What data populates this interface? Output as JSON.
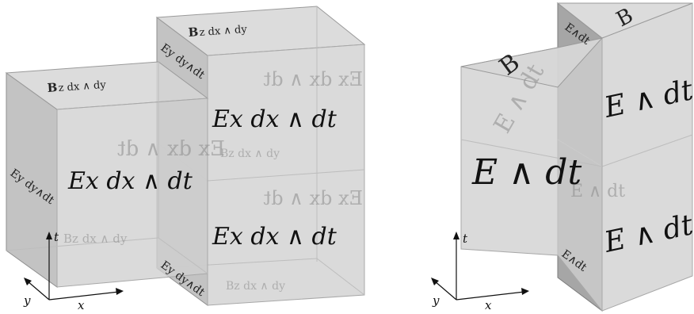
{
  "left_figure": {
    "top_face_left": "B",
    "top_face_left_suffix": "z dx ∧ dy",
    "top_face_right": "B",
    "top_face_right_suffix": "z dx ∧ dy",
    "side_label_left": "Ey dy∧dt",
    "side_label_right": "Ey dy∧dt",
    "front_left": "Ex dx ∧ dt",
    "front_right_upper": "Ex dx ∧ dt",
    "front_right_lower": "Ex dx ∧ dt",
    "ghost_front": "Ex dx ∧ dt",
    "ghost_bottom": "Bz dx ∧ dy",
    "axes": {
      "t": "t",
      "x": "x",
      "y": "y"
    }
  },
  "right_figure": {
    "slanted_face_label": "B",
    "top_face_label": "B",
    "side_small_upper": "E∧dt",
    "side_small_lower": "E∧dt",
    "front_big": "E ∧ dt",
    "right_upper": "E ∧ dt",
    "right_lower": "E ∧ dt",
    "ghost_label": "E ∧ dt",
    "axes": {
      "t": "t",
      "x": "x",
      "y": "y"
    }
  }
}
